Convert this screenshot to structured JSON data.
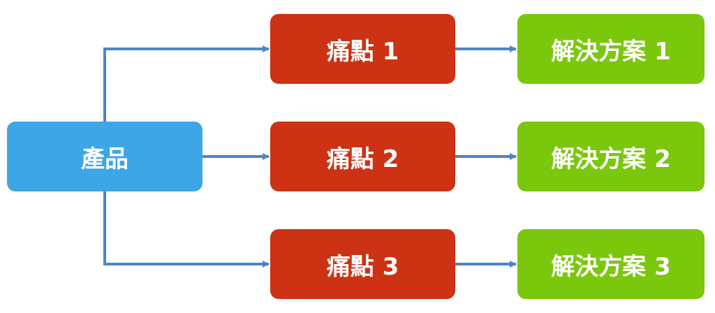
{
  "colors": {
    "product": "#3ea6e6",
    "pain": "#cc3213",
    "solution": "#7ac70c",
    "connector": "#4a86c5"
  },
  "product": {
    "label": "產品"
  },
  "pains": [
    {
      "label": "痛點 1"
    },
    {
      "label": "痛點 2"
    },
    {
      "label": "痛點 3"
    }
  ],
  "solutions": [
    {
      "label": "解決方案 1"
    },
    {
      "label": "解決方案 2"
    },
    {
      "label": "解決方案 3"
    }
  ]
}
